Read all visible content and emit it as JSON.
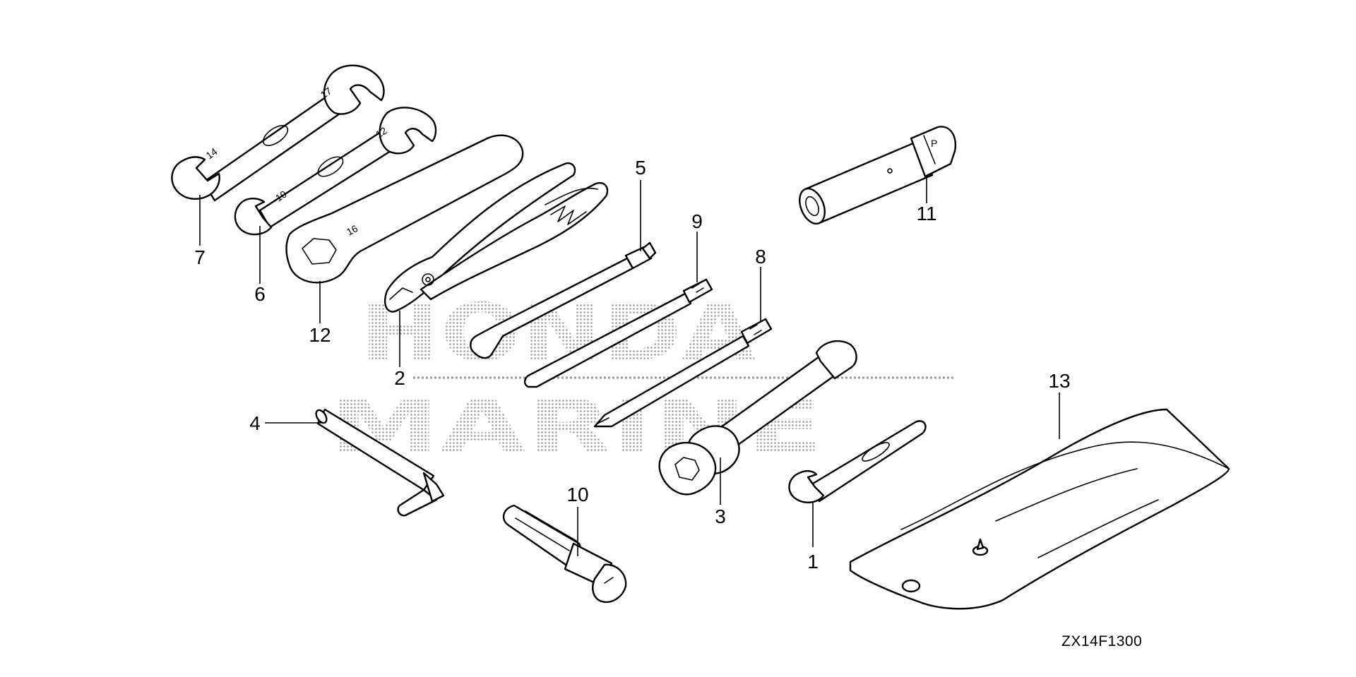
{
  "watermark": {
    "line1": "HONDA",
    "line2": "MARINE"
  },
  "callouts": [
    {
      "id": "callout-1",
      "label": "1"
    },
    {
      "id": "callout-2",
      "label": "2"
    },
    {
      "id": "callout-3",
      "label": "3"
    },
    {
      "id": "callout-4",
      "label": "4"
    },
    {
      "id": "callout-5",
      "label": "5"
    },
    {
      "id": "callout-6",
      "label": "6"
    },
    {
      "id": "callout-7",
      "label": "7"
    },
    {
      "id": "callout-8",
      "label": "8"
    },
    {
      "id": "callout-9",
      "label": "9"
    },
    {
      "id": "callout-10",
      "label": "10"
    },
    {
      "id": "callout-11",
      "label": "11"
    },
    {
      "id": "callout-12",
      "label": "12"
    },
    {
      "id": "callout-13",
      "label": "13"
    }
  ],
  "engravings": {
    "wrench7_a": "17",
    "wrench7_b": "14",
    "wrench6_a": "12",
    "wrench6_b": "10",
    "wrench12": "16",
    "socket11": "P"
  },
  "figure_code": "ZX14F1300",
  "colors": {
    "line": "#000000",
    "background": "#ffffff",
    "watermark": "#9a9a9a"
  }
}
